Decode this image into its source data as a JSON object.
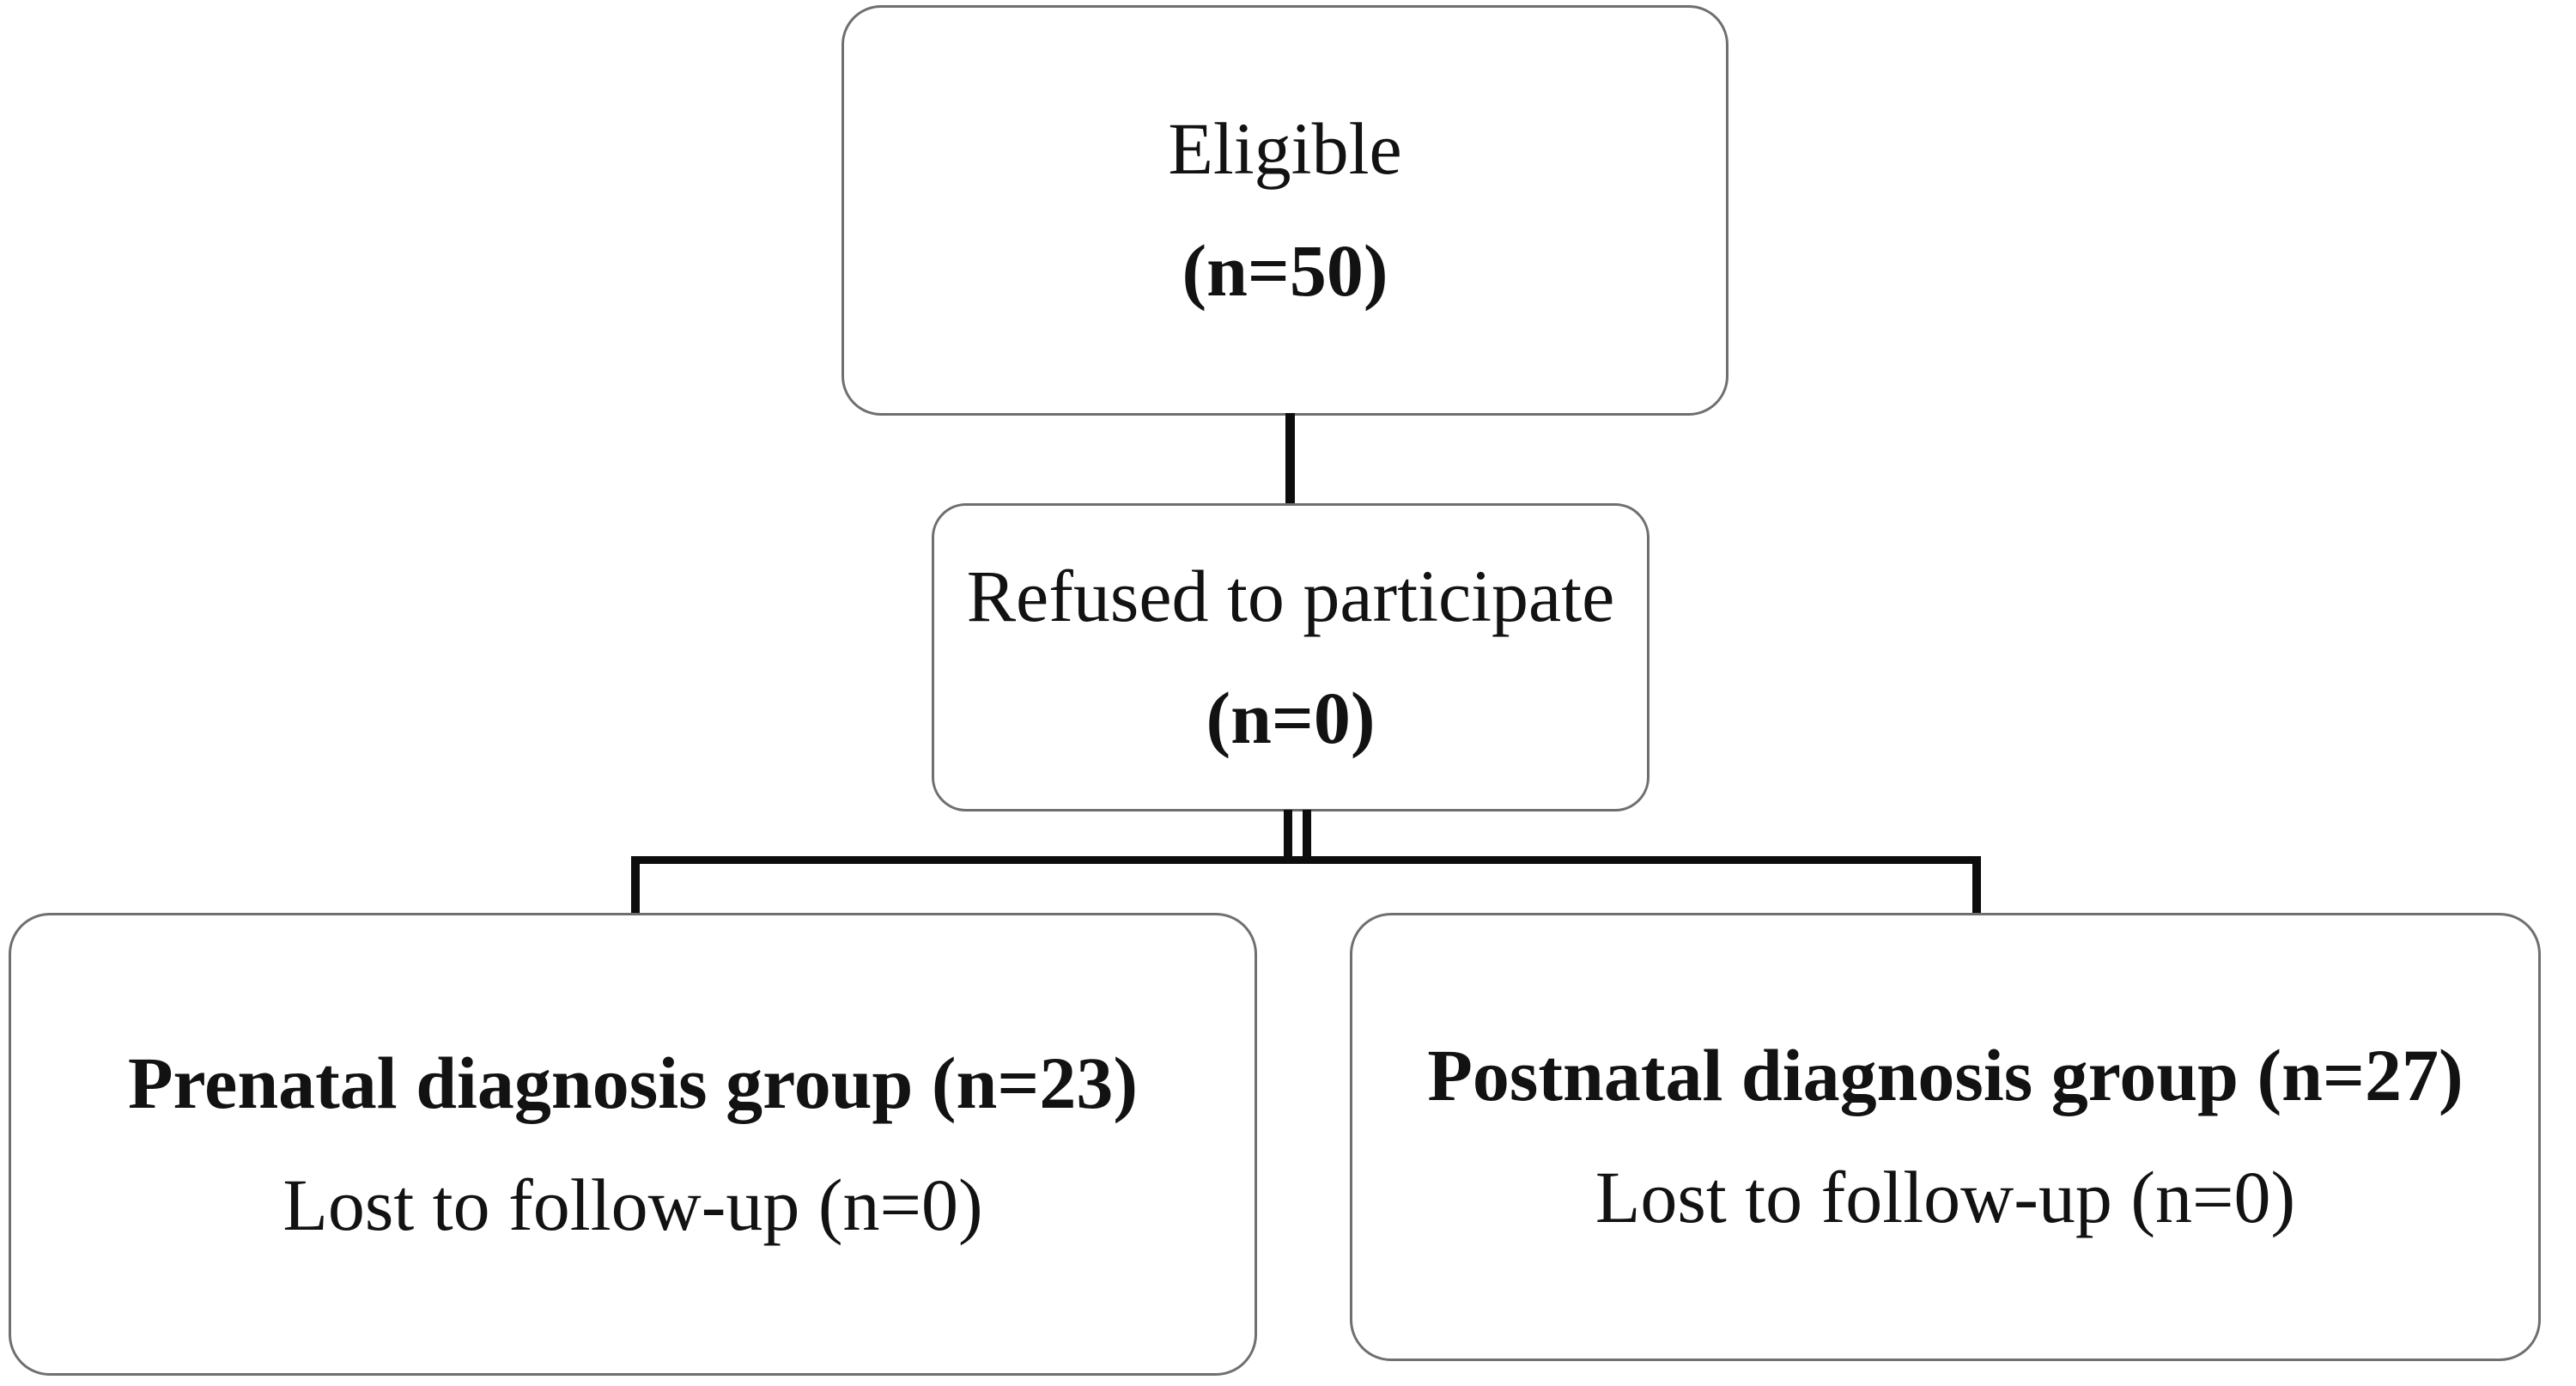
{
  "diagram": {
    "type": "flowchart",
    "background_color": "#ffffff",
    "box_border_color": "#6f6f6f",
    "connector_color": "#0d0d0d",
    "text_color": "#121212",
    "nodes": {
      "eligible": {
        "line1": "Eligible",
        "line2": "(n=50)",
        "count": 50
      },
      "refused": {
        "line1": "Refused to participate",
        "line2": "(n=0)",
        "count": 0
      },
      "prenatal": {
        "line1": "Prenatal diagnosis group (n=23)",
        "line2": "Lost to follow-up (n=0)",
        "group_count": 23,
        "lost_count": 0
      },
      "postnatal": {
        "line1": "Postnatal diagnosis group (n=27)",
        "line2": "Lost to follow-up (n=0)",
        "group_count": 27,
        "lost_count": 0
      }
    },
    "edges": [
      "eligible -> refused",
      "refused -> prenatal",
      "refused -> postnatal"
    ]
  }
}
